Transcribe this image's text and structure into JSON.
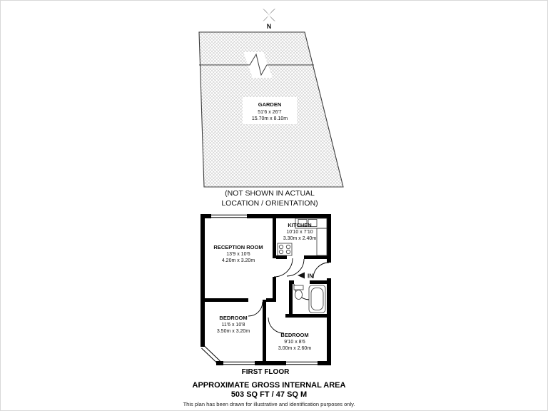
{
  "page": {
    "compass_label": "N",
    "floor_label": "FIRST FLOOR",
    "area_title": "APPROXIMATE GROSS INTERNAL AREA",
    "area_value": "503 SQ FT / 47 SQ M",
    "footer_note": "This plan has been drawn for illustrative and identification purposes only."
  },
  "garden": {
    "name": "GARDEN",
    "dims_imperial": "51'6 x 26'7",
    "dims_metric": "15.70m x 8.10m",
    "note_line1": "(NOT SHOWN IN ACTUAL",
    "note_line2": "LOCATION / ORIENTATION)"
  },
  "rooms": {
    "kitchen": {
      "name": "KITCHEN",
      "dims_imperial": "10'10 x 7'10",
      "dims_metric": "3.30m x 2.40m"
    },
    "reception": {
      "name": "RECEPTION ROOM",
      "dims_imperial": "13'9 x 10'6",
      "dims_metric": "4.20m x 3.20m"
    },
    "bedroom_left": {
      "name": "BEDROOM",
      "dims_imperial": "11'6 x 10'8",
      "dims_metric": "3.50m x 3.20m"
    },
    "bedroom_right": {
      "name": "BEDROOM",
      "dims_imperial": "9'10 x 8'6",
      "dims_metric": "3.00m x 2.60m"
    }
  },
  "entrance": {
    "label": "IN"
  },
  "colors": {
    "ink": "#000000",
    "hatch": "#bfbfbf",
    "outline": "#3c3c3c"
  }
}
